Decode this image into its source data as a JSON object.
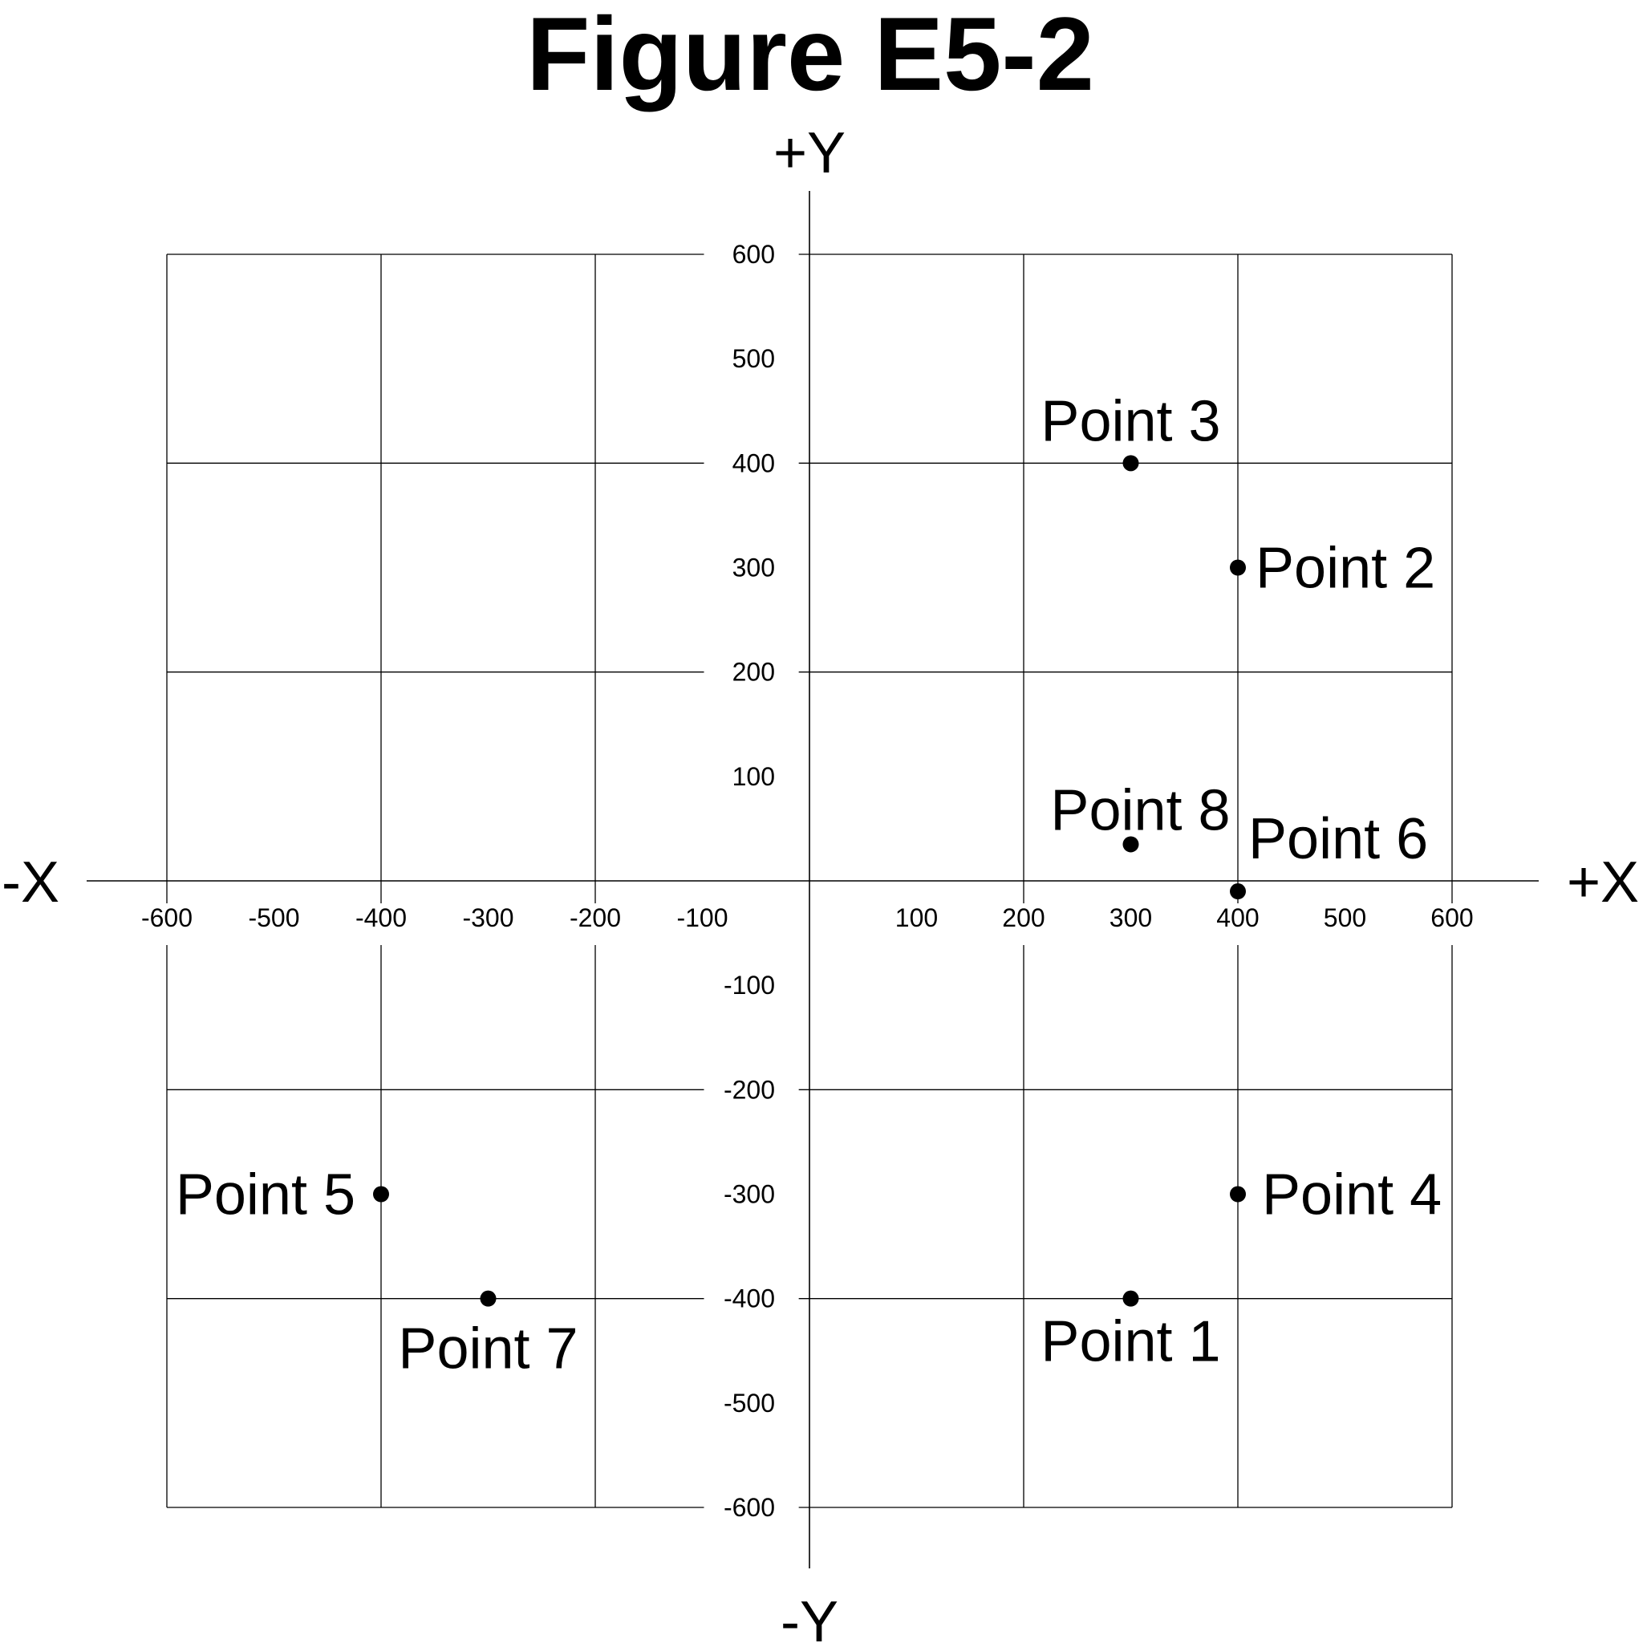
{
  "chart_data": {
    "type": "scatter",
    "title": "Figure E5-2",
    "axes": {
      "pos_y": "+Y",
      "neg_y": "-Y",
      "pos_x": "+X",
      "neg_x": "-X"
    },
    "xlim": [
      -600,
      600
    ],
    "ylim": [
      -600,
      600
    ],
    "grid": true,
    "grid_step": 200,
    "x_ticks": [
      -600,
      -500,
      -400,
      -300,
      -200,
      -100,
      100,
      200,
      300,
      400,
      500,
      600
    ],
    "y_ticks": [
      600,
      500,
      400,
      300,
      200,
      100,
      -100,
      -200,
      -300,
      -400,
      -500,
      -600
    ],
    "points": [
      {
        "label": "Point 1",
        "x": 300,
        "y": -400
      },
      {
        "label": "Point 2",
        "x": 400,
        "y": 300
      },
      {
        "label": "Point 3",
        "x": 300,
        "y": 400
      },
      {
        "label": "Point 4",
        "x": 400,
        "y": -300
      },
      {
        "label": "Point 5",
        "x": -400,
        "y": -300
      },
      {
        "label": "Point 6",
        "x": 400,
        "y": -10
      },
      {
        "label": "Point 7",
        "x": -300,
        "y": -400
      },
      {
        "label": "Point 8",
        "x": 300,
        "y": 35
      }
    ]
  }
}
